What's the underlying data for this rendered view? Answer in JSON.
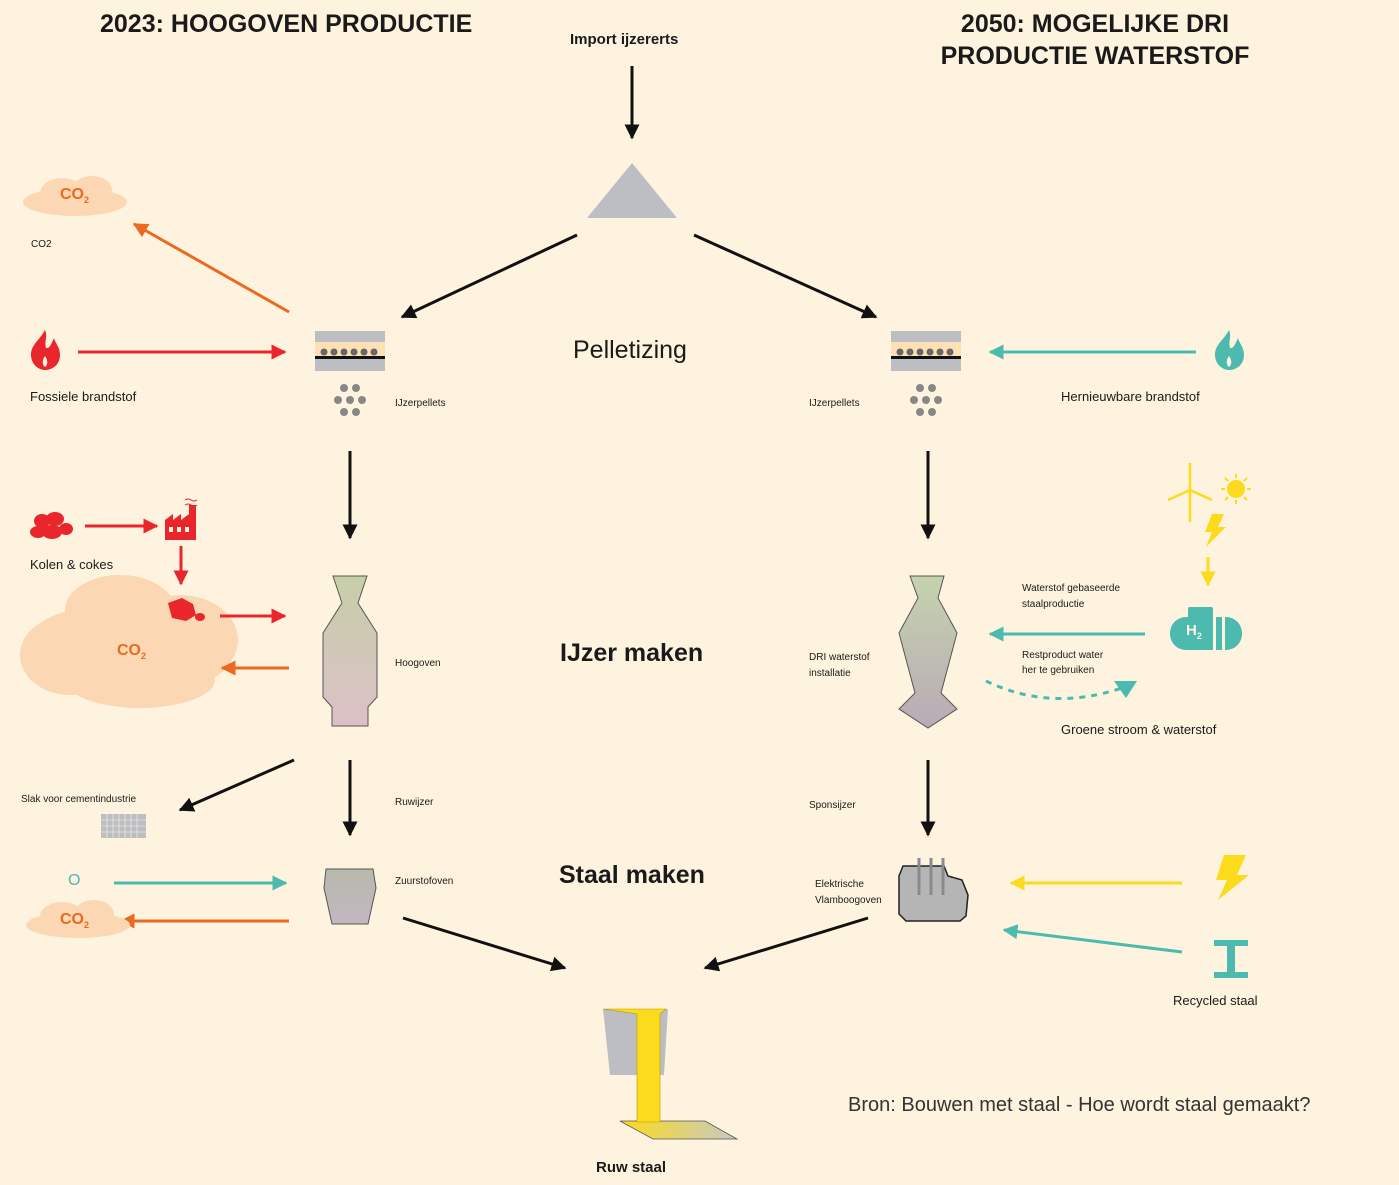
{
  "titles": {
    "left": "2023: HOOGOVEN PRODUCTIE",
    "right": "2050: MOGELIJKE DRI PRODUCTIE WATERSTOF",
    "import": "Import ijzererts"
  },
  "stages": {
    "pelletizing": "Pelletizing",
    "ijzer_maken": "IJzer maken",
    "staal_maken": "Staal maken"
  },
  "left": {
    "co2_cloud_top": {
      "text": "CO",
      "sub": "2"
    },
    "co2_label": "CO2",
    "fossiele": "Fossiele brandstof",
    "ijzerpellets": "IJzerpellets",
    "kolen": "Kolen & cokes",
    "co2_cloud_big": {
      "text": "CO",
      "sub": "2"
    },
    "hoogoven": "Hoogoven",
    "slak": "Slak voor cementindustrie",
    "ruwijzer": "Ruwijzer",
    "zuurstof_symbol": "O",
    "co2_cloud_bottom": {
      "text": "CO",
      "sub": "2"
    },
    "zuurstofoven": "Zuurstofoven"
  },
  "right": {
    "hernieuwbare": "Hernieuwbare brandstof",
    "ijzerpellets": "IJzerpellets",
    "waterstof_label_1": "Waterstof gebaseerde",
    "waterstof_label_2": "staalproductie",
    "restproduct_1": "Restproduct water",
    "restproduct_2": "her te gebruiken",
    "h2": {
      "text": "H",
      "sub": "2"
    },
    "dri_1": "DRI waterstof",
    "dri_2": "installatie",
    "groene": "Groene stroom & waterstof",
    "sponsijzer": "Sponsijzer",
    "elektrische_1": "Elektrische",
    "elektrische_2": "Vlamboogoven",
    "recycled": "Recycled staal"
  },
  "bottom": {
    "ruw_staal": "Ruw staal",
    "source": "Bron: Bouwen met staal - Hoe wordt staal gemaakt?"
  },
  "colors": {
    "background": "#fef3de",
    "red": "#e8262b",
    "orange": "#ea6a1f",
    "teal": "#4dbab0",
    "yellow": "#fcdb1c",
    "cloud": "#fcd7b4",
    "gray": "#bdbec4"
  }
}
